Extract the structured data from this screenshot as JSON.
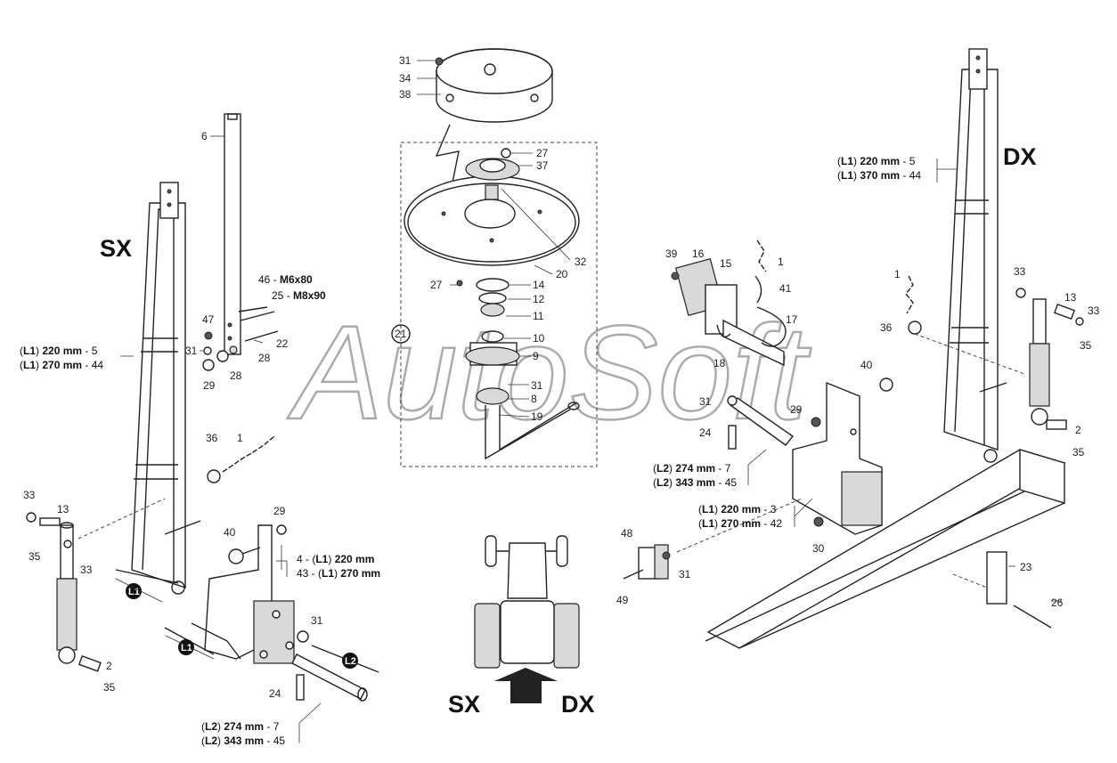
{
  "watermark": "AutoSoft",
  "sides": {
    "left": "SX",
    "right": "DX",
    "bottom_left": "SX",
    "bottom_right": "DX"
  },
  "badges": {
    "l1": "L1",
    "l2": "L2"
  },
  "callouts": [
    {
      "id": "c31a",
      "text": "31"
    },
    {
      "id": "c34",
      "text": "34"
    },
    {
      "id": "c38",
      "text": "38"
    },
    {
      "id": "c6",
      "text": "6"
    },
    {
      "id": "c27a",
      "text": "27"
    },
    {
      "id": "c37",
      "text": "37"
    },
    {
      "id": "c32",
      "text": "32"
    },
    {
      "id": "c20",
      "text": "20"
    },
    {
      "id": "c27b",
      "text": "27"
    },
    {
      "id": "c14",
      "text": "14"
    },
    {
      "id": "c12",
      "text": "12"
    },
    {
      "id": "c11",
      "text": "11"
    },
    {
      "id": "c10",
      "text": "10"
    },
    {
      "id": "c9",
      "text": "9"
    },
    {
      "id": "c31b",
      "text": "31"
    },
    {
      "id": "c8",
      "text": "8"
    },
    {
      "id": "c19",
      "text": "19"
    },
    {
      "id": "c21",
      "text": "21"
    },
    {
      "id": "c47",
      "text": "47"
    },
    {
      "id": "c31c",
      "text": "31"
    },
    {
      "id": "c22",
      "text": "22"
    },
    {
      "id": "c28a",
      "text": "28"
    },
    {
      "id": "c28b",
      "text": "28"
    },
    {
      "id": "c29a",
      "text": "29"
    },
    {
      "id": "c36a",
      "text": "36"
    },
    {
      "id": "c1a",
      "text": "1"
    },
    {
      "id": "c33a",
      "text": "33"
    },
    {
      "id": "c13a",
      "text": "13"
    },
    {
      "id": "c35a",
      "text": "35"
    },
    {
      "id": "c33b",
      "text": "33"
    },
    {
      "id": "c2a",
      "text": "2"
    },
    {
      "id": "c35b",
      "text": "35"
    },
    {
      "id": "c40a",
      "text": "40"
    },
    {
      "id": "c29b",
      "text": "29"
    },
    {
      "id": "c31d",
      "text": "31"
    },
    {
      "id": "c24a",
      "text": "24"
    },
    {
      "id": "c39",
      "text": "39"
    },
    {
      "id": "c16",
      "text": "16"
    },
    {
      "id": "c15",
      "text": "15"
    },
    {
      "id": "c1b",
      "text": "1"
    },
    {
      "id": "c41",
      "text": "41"
    },
    {
      "id": "c17",
      "text": "17"
    },
    {
      "id": "c18",
      "text": "18"
    },
    {
      "id": "c40b",
      "text": "40"
    },
    {
      "id": "c31e",
      "text": "31"
    },
    {
      "id": "c29c",
      "text": "29"
    },
    {
      "id": "c24b",
      "text": "24"
    },
    {
      "id": "c30",
      "text": "30"
    },
    {
      "id": "c48",
      "text": "48"
    },
    {
      "id": "c31f",
      "text": "31"
    },
    {
      "id": "c49",
      "text": "49"
    },
    {
      "id": "c23",
      "text": "23"
    },
    {
      "id": "c26",
      "text": "26"
    },
    {
      "id": "c1c",
      "text": "1"
    },
    {
      "id": "c33c",
      "text": "33"
    },
    {
      "id": "c13b",
      "text": "13"
    },
    {
      "id": "c33d",
      "text": "33"
    },
    {
      "id": "c36b",
      "text": "36"
    },
    {
      "id": "c35c",
      "text": "35"
    },
    {
      "id": "c2b",
      "text": "2"
    },
    {
      "id": "c35d",
      "text": "35"
    }
  ],
  "specs": {
    "bolt_46": {
      "num": "46 - ",
      "size": "M6x80"
    },
    "bolt_25": {
      "num": "25 - ",
      "size": "M8x90"
    }
  },
  "dim_blocks": {
    "left_frame": [
      {
        "pre": "(",
        "tag": "L1",
        "mid": ") ",
        "len": "220 mm",
        "suf": " -  5"
      },
      {
        "pre": "(",
        "tag": "L1",
        "mid": ") ",
        "len": "270 mm",
        "suf": " - 44"
      }
    ],
    "right_frame": [
      {
        "pre": "(",
        "tag": "L1",
        "mid": ") ",
        "len": "220 mm",
        "suf": " -  5"
      },
      {
        "pre": "(",
        "tag": "L1",
        "mid": ") ",
        "len": "370 mm",
        "suf": " - 44"
      }
    ],
    "left_bracket": [
      {
        "pre": "4  - (",
        "tag": "L1",
        "mid": ") ",
        "len": "220 mm",
        "suf": ""
      },
      {
        "pre": "43 - (",
        "tag": "L1",
        "mid": ") ",
        "len": "270 mm",
        "suf": ""
      }
    ],
    "left_axle": [
      {
        "pre": "(",
        "tag": "L2",
        "mid": ") ",
        "len": "274 mm",
        "suf": " -  7"
      },
      {
        "pre": "(",
        "tag": "L2",
        "mid": ") ",
        "len": "343 mm",
        "suf": " - 45"
      }
    ],
    "right_axle": [
      {
        "pre": "(",
        "tag": "L2",
        "mid": ") ",
        "len": "274 mm",
        "suf": " -  7"
      },
      {
        "pre": "(",
        "tag": "L2",
        "mid": ") ",
        "len": "343 mm",
        "suf": " - 45"
      }
    ],
    "right_bracket": [
      {
        "pre": "(",
        "tag": "L1",
        "mid": ") ",
        "len": "220 mm",
        "suf": " -  3"
      },
      {
        "pre": "(",
        "tag": "L1",
        "mid": ") ",
        "len": "270 mm",
        "suf": " - 42"
      }
    ]
  }
}
